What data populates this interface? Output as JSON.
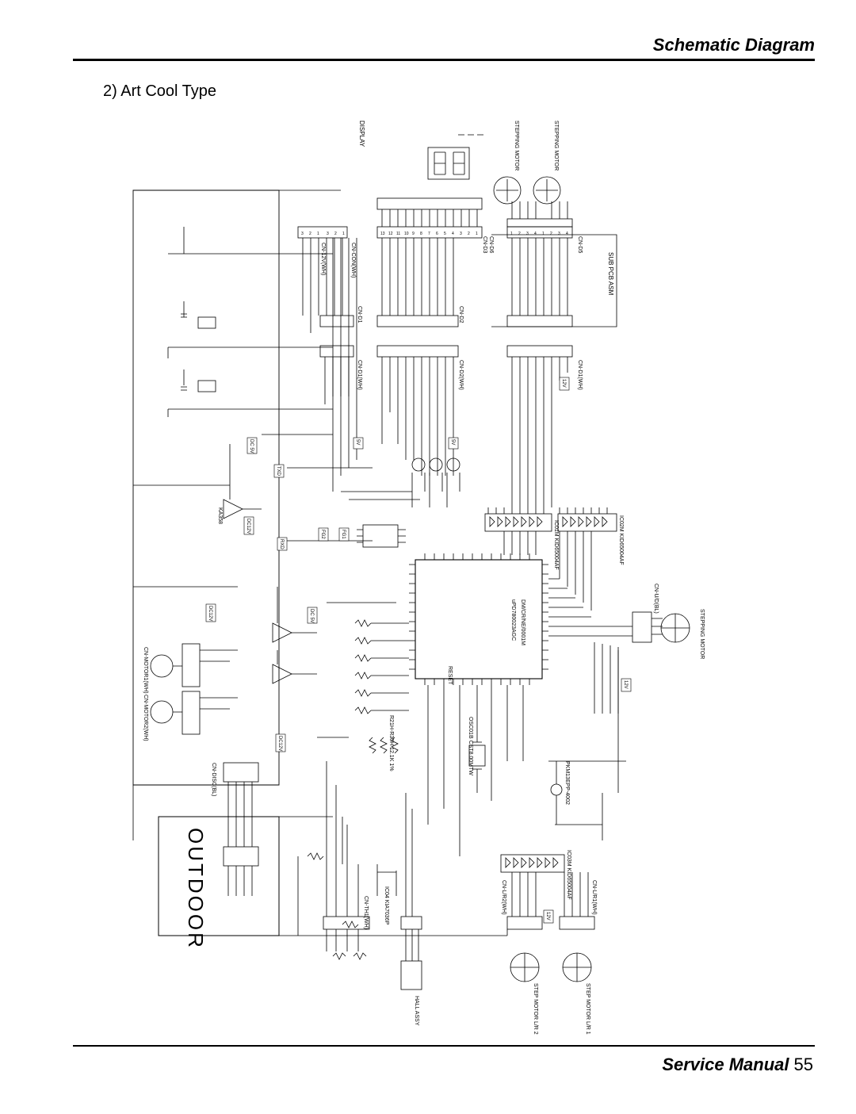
{
  "header": {
    "title": "Schematic Diagram"
  },
  "section": {
    "title": "2) Art Cool Type"
  },
  "footer": {
    "manual": "Service Manual",
    "page": "55"
  },
  "diagram": {
    "outdoor_label": "OUTDOOR",
    "sub_pcb_label": "SUB PCB ASM",
    "display_label": "DISPLAY",
    "labels": {
      "stepping_motor_top1": "STEPPING MOTOR",
      "stepping_motor_top2": "STEPPING MOTOR",
      "stepping_motor_right": "STEPPING MOTOR",
      "step_motor_lr1": "STEP MOTOR L/R 1",
      "step_motor_lr2": "STEP MOTOR L/R 2",
      "main_ic": "uPD780023AGC",
      "main_ic_alt": "DM/CR/NE/0001M",
      "ic_driver1": "IC01M KID65004AF",
      "ic_driver2": "IC02M KID65004AF",
      "ic_driver3": "IC03M KID65004AF",
      "cn_d5": "CN-D5",
      "cn_d6": "CN-D6",
      "cn_d3": "CN-D3",
      "cn_d1": "CN-D1",
      "cn_d2": "CN-D2",
      "cn_d1_wh": "CN-D1(WH)",
      "cn_d2_wh": "CN-D2(WH)",
      "cn_d1_wh2": "CN-D1(WH)",
      "cn_con_wh": "CN-CON(WH)",
      "cn_12v_wh": "CN-12V(WH)",
      "cn_lr1": "CN-L/R1(WH)",
      "cn_lr2": "CN-L/R2(WH)",
      "cn_ud": "CN-U/D(BL)",
      "cn_th": "CN-TH1(WH)",
      "cn_disc": "CN-DISC(BL)",
      "cn_motor1": "CN-MOTOR1(WH)",
      "cn_motor2": "CN-MOTOR2(WH)",
      "buzzer": "PKM13EPP-4002",
      "v12": "12V",
      "v5": "5V",
      "dc5v": "DC 5V",
      "dc12v": "DC12V",
      "txd": "TXD",
      "rxd": "RXD",
      "fg1": "FG1",
      "fg2": "FG2",
      "ka358": "KA358",
      "reset": "RESET",
      "hall": "HALL ASSY",
      "ic04": "IC04 KIA7036P",
      "osc": "OSC01B CST8.00MTW",
      "r_net": "R21H-R30H 12.1K 1%"
    }
  }
}
